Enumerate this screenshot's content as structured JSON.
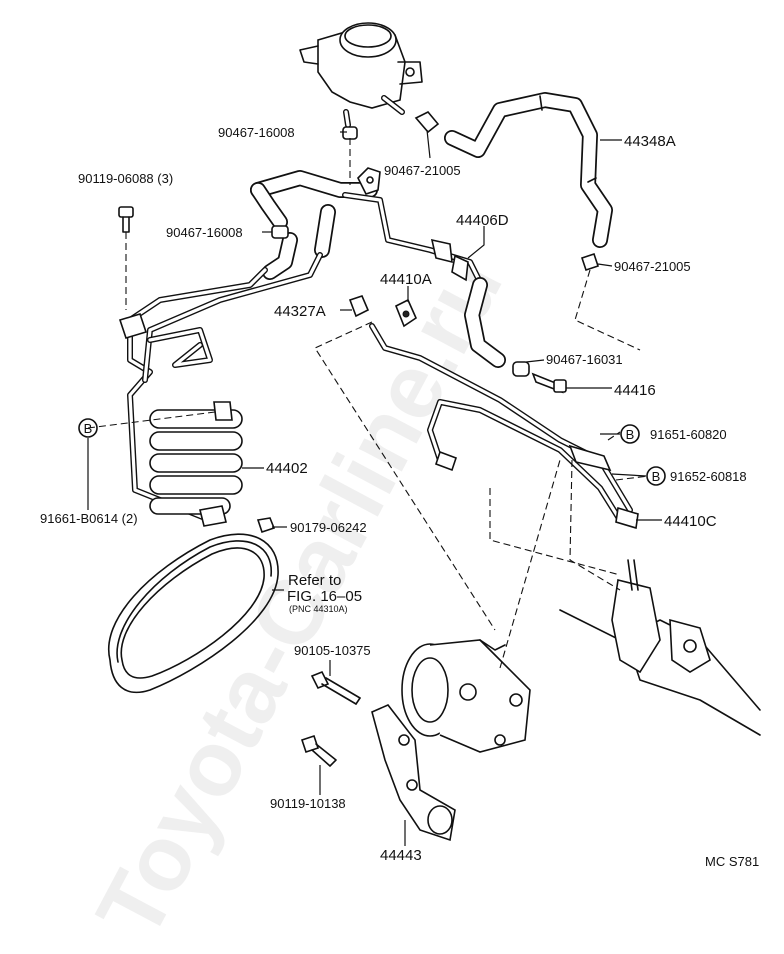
{
  "watermark": "Toyota-Carline.ru",
  "labels": {
    "reservoir_clamp": "90467-16008",
    "clamp_21005_top": "90467-21005",
    "return_hose": "44348A",
    "bolt_06088": "90119-06088 (3)",
    "clamp_16008_mid": "90467-16008",
    "hose_44406D": "44406D",
    "clamp_21005_right": "90467-21005",
    "union_44410A": "44410A",
    "bracket_44327A": "44327A",
    "clamp_16031": "90467-16031",
    "union_bolt_44416": "44416",
    "gasket_91651": "91651-60820",
    "gasket_91652": "91652-60818",
    "union_44410C": "44410C",
    "cooler_44402": "44402",
    "bolt_B0614": "91661-B0614 (2)",
    "nut_06242": "90179-06242",
    "refer_line1": "Refer to",
    "refer_line2": "FIG. 16–05",
    "refer_line3": "(PNC 44310A)",
    "bolt_10375": "90105-10375",
    "bolt_10138": "90119-10138",
    "bracket_44443": "44443",
    "figure_code": "MC S781"
  },
  "badges": {
    "b_left": "B",
    "b_gasket1": "B",
    "b_gasket2": "B"
  }
}
